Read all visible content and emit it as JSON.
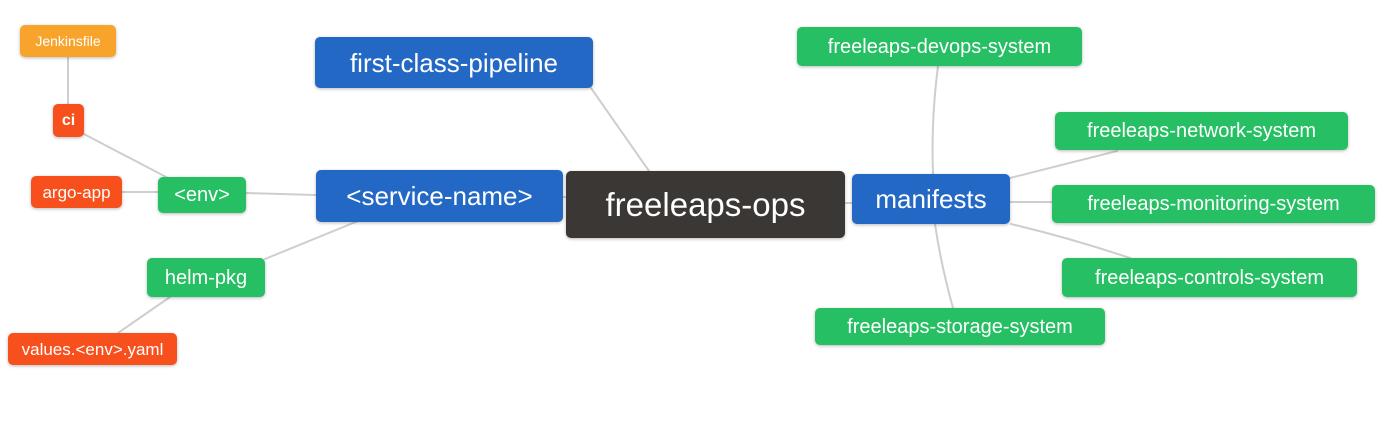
{
  "colors": {
    "background": "#ffffff",
    "text": "#ffffff",
    "edge": "#cecece",
    "root": "#3b3735",
    "branch": "#2368c4",
    "leaf_green": "#26bf64",
    "leaf_red": "#f8501d",
    "leaf_orange": "#f8a42c"
  },
  "nodes": {
    "jenkinsfile": {
      "label": "Jenkinsfile"
    },
    "ci": {
      "label": "ci"
    },
    "argo_app": {
      "label": "argo-app"
    },
    "env": {
      "label": "<env>"
    },
    "helm_pkg": {
      "label": "helm-pkg"
    },
    "values_env_yaml": {
      "label": "values.<env>.yaml"
    },
    "first_class_pipeline": {
      "label": "first-class-pipeline"
    },
    "service_name": {
      "label": "<service-name>"
    },
    "freeleaps_ops": {
      "label": "freeleaps-ops"
    },
    "manifests": {
      "label": "manifests"
    },
    "devops_system": {
      "label": "freeleaps-devops-system"
    },
    "network_system": {
      "label": "freeleaps-network-system"
    },
    "monitoring_system": {
      "label": "freeleaps-monitoring-system"
    },
    "controls_system": {
      "label": "freeleaps-controls-system"
    },
    "storage_system": {
      "label": "freeleaps-storage-system"
    }
  }
}
